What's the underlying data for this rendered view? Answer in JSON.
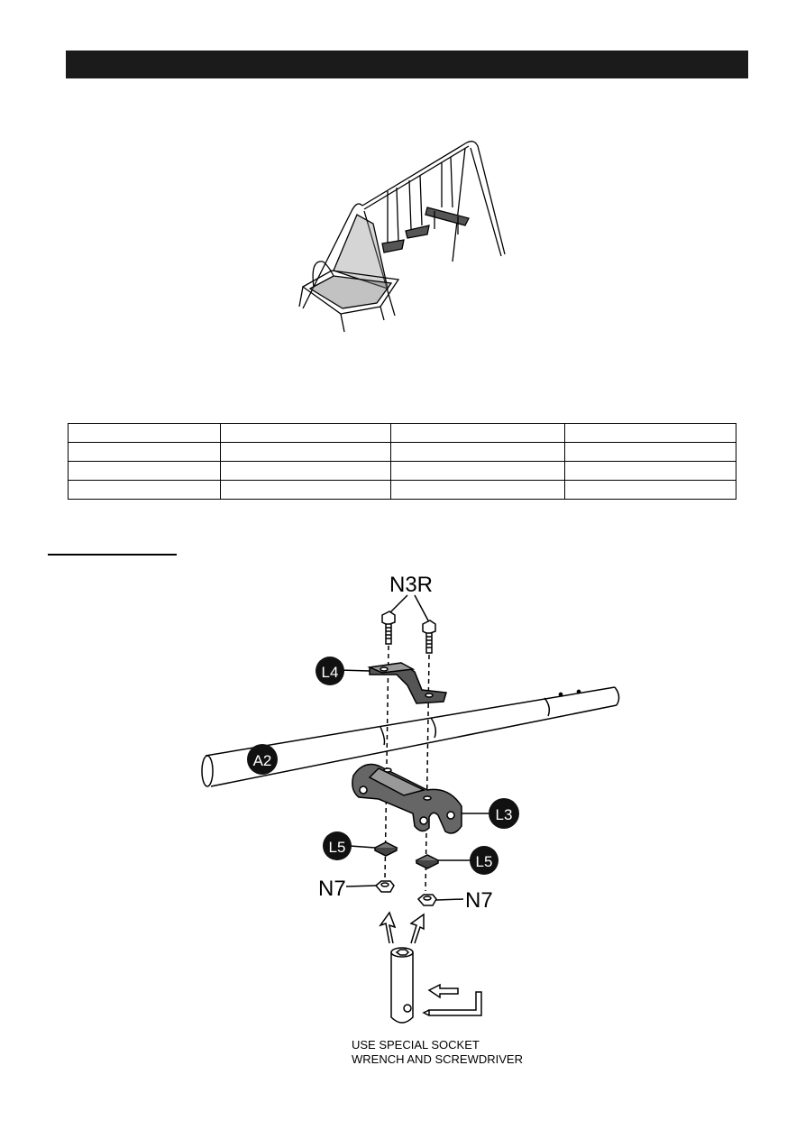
{
  "parts_table": {
    "rows": [
      [
        "",
        "",
        "",
        ""
      ],
      [
        "",
        "",
        "",
        ""
      ],
      [
        "",
        "",
        "",
        ""
      ],
      [
        "",
        "",
        "",
        ""
      ]
    ]
  },
  "diagram": {
    "labels": {
      "bolt": "N3R",
      "bracket_top": "L4",
      "tube": "A2",
      "bracket_bottom": "L3",
      "washer_left": "L5",
      "washer_right": "L5",
      "nut_left": "N7",
      "nut_right": "N7"
    },
    "caption_line1": "USE SPECIAL SOCKET",
    "caption_line2": "WRENCH AND SCREWDRIVER"
  }
}
